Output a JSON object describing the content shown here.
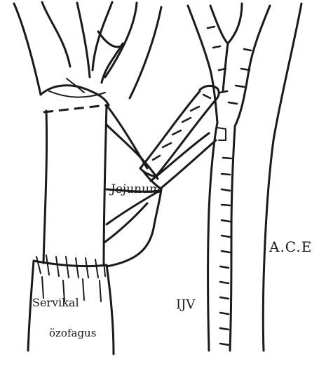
{
  "labels": {
    "jejunum": "Jejunum",
    "ace": "A.C.E",
    "ijv": "IJV",
    "servikal": "Servikal",
    "ozofagus": "özofagus"
  },
  "colors": {
    "ink": "#1a1a1a",
    "paper": "#ffffff"
  }
}
